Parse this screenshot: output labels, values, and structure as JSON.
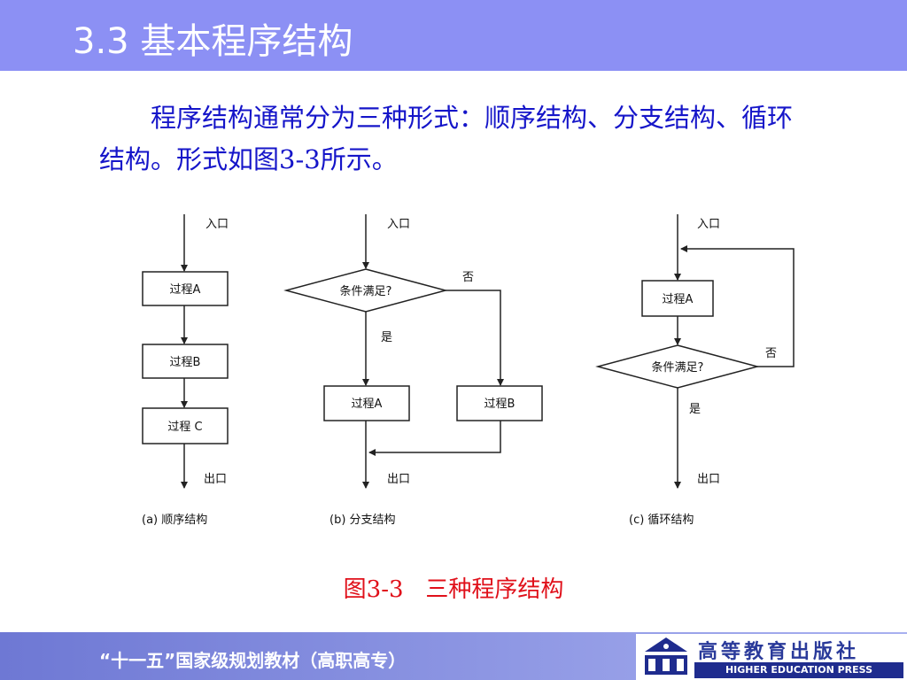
{
  "header": {
    "title": "3.3 基本程序结构"
  },
  "body": {
    "paragraph": "程序结构通常分为三种形式：顺序结构、分支结构、循环结构。形式如图3-3所示。"
  },
  "figure": {
    "sequence": {
      "entry": "入口",
      "exit": "出口",
      "process_a": "过程A",
      "process_b": "过程B",
      "process_c": "过程 C",
      "caption": "(a) 顺序结构"
    },
    "branch": {
      "entry": "入口",
      "exit": "出口",
      "condition": "条件满足?",
      "yes": "是",
      "no": "否",
      "process_a": "过程A",
      "process_b": "过程B",
      "caption": "(b) 分支结构"
    },
    "loop": {
      "entry": "入口",
      "exit": "出口",
      "process_a": "过程A",
      "condition": "条件满足?",
      "yes": "是",
      "no": "否",
      "caption": "(c) 循环结构"
    },
    "caption": "图3-3   三种程序结构"
  },
  "footer": {
    "series": "“十一五”国家级规划教材（高职高专）",
    "publisher_cn": "高等教育出版社",
    "publisher_en": "HIGHER EDUCATION PRESS"
  },
  "colors": {
    "title_bar": "#8c90f4",
    "body_text": "#1515c9",
    "caption": "#e0101a",
    "publisher": "#1f2c8e"
  }
}
